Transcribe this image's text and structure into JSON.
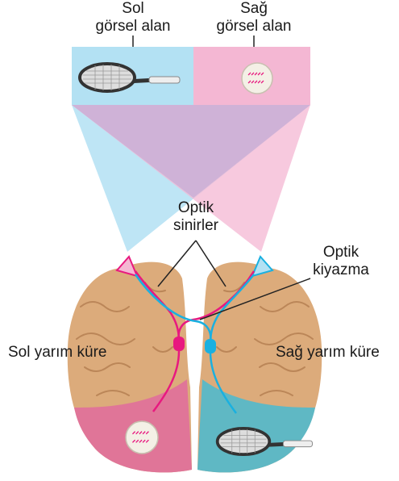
{
  "labels": {
    "left_field_line1": "Sol",
    "left_field_line2": "görsel alan",
    "right_field_line1": "Sağ",
    "right_field_line2": "görsel alan",
    "optic_nerves_line1": "Optik",
    "optic_nerves_line2": "sinirler",
    "optic_chiasm_line1": "Optik",
    "optic_chiasm_line2": "kiyazma",
    "left_hemisphere": "Sol yarım küre",
    "right_hemisphere": "Sağ yarım küre"
  },
  "colors": {
    "left_field": "#b3e1f3",
    "right_field": "#f4b7d3",
    "overlap": "#c9aed6",
    "left_pathway": "#e8197f",
    "right_pathway": "#1ab0e0",
    "left_visual_cortex": "#e07598",
    "right_visual_cortex": "#5fb8c4",
    "brain": "#dcab7b",
    "brain_folds": "#b07a4d"
  },
  "icons": {
    "left_field_object": "tennis-racket-icon",
    "right_field_object": "baseball-icon",
    "left_cortex_object": "baseball-icon",
    "right_cortex_object": "tennis-racket-icon"
  }
}
